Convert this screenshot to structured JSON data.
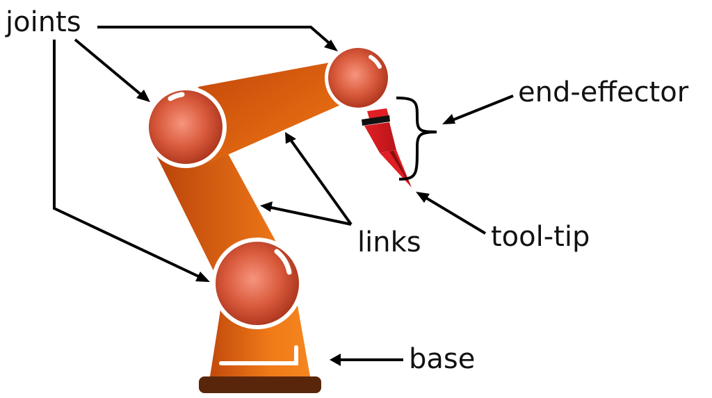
{
  "labels": {
    "joints": "joints",
    "links": "links",
    "end_effector": "end-effector",
    "tool_tip": "tool-tip",
    "base": "base"
  },
  "colors": {
    "link_light": "#f07a18",
    "link_dark": "#b8420a",
    "joint_light": "#f6957d",
    "joint_dark": "#b8391c",
    "base_plate": "#5a260b",
    "tool_red": "#e01f24",
    "tool_dark": "#8a0e12",
    "arrow": "#000000"
  },
  "icons": {
    "joint": "joint-sphere-icon",
    "tool": "pen-tool-icon",
    "bracket": "curly-brace-icon"
  }
}
